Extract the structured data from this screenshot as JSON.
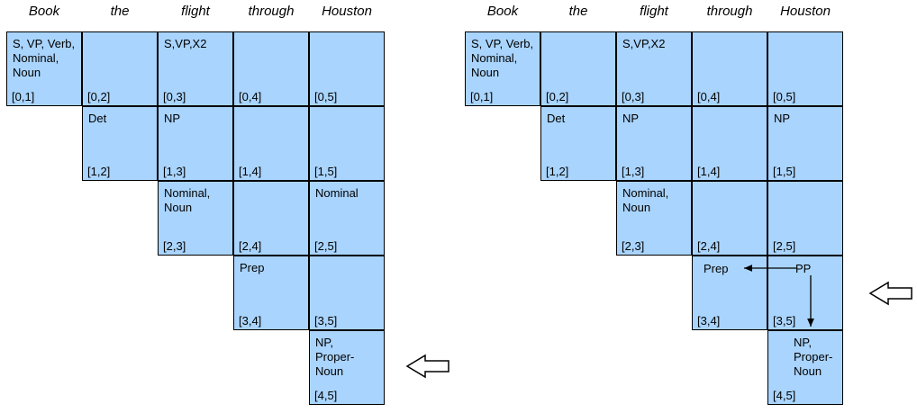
{
  "headers": [
    "Book",
    "the",
    "flight",
    "through",
    "Houston"
  ],
  "left_table": {
    "cells": [
      {
        "row": 0,
        "col": 1,
        "lines": [
          "S, VP, Verb,",
          "Nominal,",
          "Noun"
        ],
        "index": "[0,1]"
      },
      {
        "row": 0,
        "col": 2,
        "lines": [],
        "index": "[0,2]"
      },
      {
        "row": 0,
        "col": 3,
        "lines": [
          "S,VP,X2"
        ],
        "index": "[0,3]"
      },
      {
        "row": 0,
        "col": 4,
        "lines": [],
        "index": "[0,4]"
      },
      {
        "row": 0,
        "col": 5,
        "lines": [],
        "index": "[0,5]"
      },
      {
        "row": 1,
        "col": 2,
        "lines": [
          "Det"
        ],
        "index": "[1,2]"
      },
      {
        "row": 1,
        "col": 3,
        "lines": [
          "NP"
        ],
        "index": "[1,3]"
      },
      {
        "row": 1,
        "col": 4,
        "lines": [],
        "index": "[1,4]"
      },
      {
        "row": 1,
        "col": 5,
        "lines": [],
        "index": "[1,5]"
      },
      {
        "row": 2,
        "col": 3,
        "lines": [
          "Nominal,",
          "Noun"
        ],
        "index": "[2,3]"
      },
      {
        "row": 2,
        "col": 4,
        "lines": [],
        "index": "[2,4]"
      },
      {
        "row": 2,
        "col": 5,
        "lines": [
          "Nominal"
        ],
        "index": "[2,5]"
      },
      {
        "row": 3,
        "col": 4,
        "lines": [
          "Prep"
        ],
        "index": "[3,4]"
      },
      {
        "row": 3,
        "col": 5,
        "lines": [],
        "index": "[3,5]"
      },
      {
        "row": 4,
        "col": 5,
        "lines": [
          "NP,",
          "Proper-",
          "Noun"
        ],
        "index": "[4,5]"
      }
    ]
  },
  "right_table": {
    "cells": [
      {
        "row": 0,
        "col": 1,
        "lines": [
          "S, VP, Verb,",
          "Nominal,",
          "Noun"
        ],
        "index": "[0,1]"
      },
      {
        "row": 0,
        "col": 2,
        "lines": [],
        "index": "[0,2]"
      },
      {
        "row": 0,
        "col": 3,
        "lines": [
          "S,VP,X2"
        ],
        "index": "[0,3]"
      },
      {
        "row": 0,
        "col": 4,
        "lines": [],
        "index": "[0,4]"
      },
      {
        "row": 0,
        "col": 5,
        "lines": [],
        "index": "[0,5]"
      },
      {
        "row": 1,
        "col": 2,
        "lines": [
          "Det"
        ],
        "index": "[1,2]"
      },
      {
        "row": 1,
        "col": 3,
        "lines": [
          "NP"
        ],
        "index": "[1,3]"
      },
      {
        "row": 1,
        "col": 4,
        "lines": [],
        "index": "[1,4]"
      },
      {
        "row": 1,
        "col": 5,
        "lines": [
          "NP"
        ],
        "index": "[1,5]"
      },
      {
        "row": 2,
        "col": 3,
        "lines": [
          "Nominal,",
          "Noun"
        ],
        "index": "[2,3]"
      },
      {
        "row": 2,
        "col": 4,
        "lines": [],
        "index": "[2,4]"
      },
      {
        "row": 2,
        "col": 5,
        "lines": [],
        "index": "[2,5]"
      },
      {
        "row": 3,
        "col": 4,
        "lines": [
          "Prep"
        ],
        "index": "[3,4]"
      },
      {
        "row": 3,
        "col": 5,
        "lines": [
          "PP"
        ],
        "index": "[3,5]"
      },
      {
        "row": 4,
        "col": 5,
        "lines": [
          "NP,",
          "Proper-",
          "Noun"
        ],
        "index": "[4,5]"
      }
    ],
    "links": [
      {
        "from": "[3,5]",
        "to": "[3,4]"
      },
      {
        "from": "[3,5]",
        "to": "[4,5]"
      }
    ]
  },
  "markers": {
    "left_pointer": "cell [4,5]",
    "right_pointer": "row 3"
  },
  "colors": {
    "cell_fill": "#a9d4fd",
    "border": "#000000"
  }
}
